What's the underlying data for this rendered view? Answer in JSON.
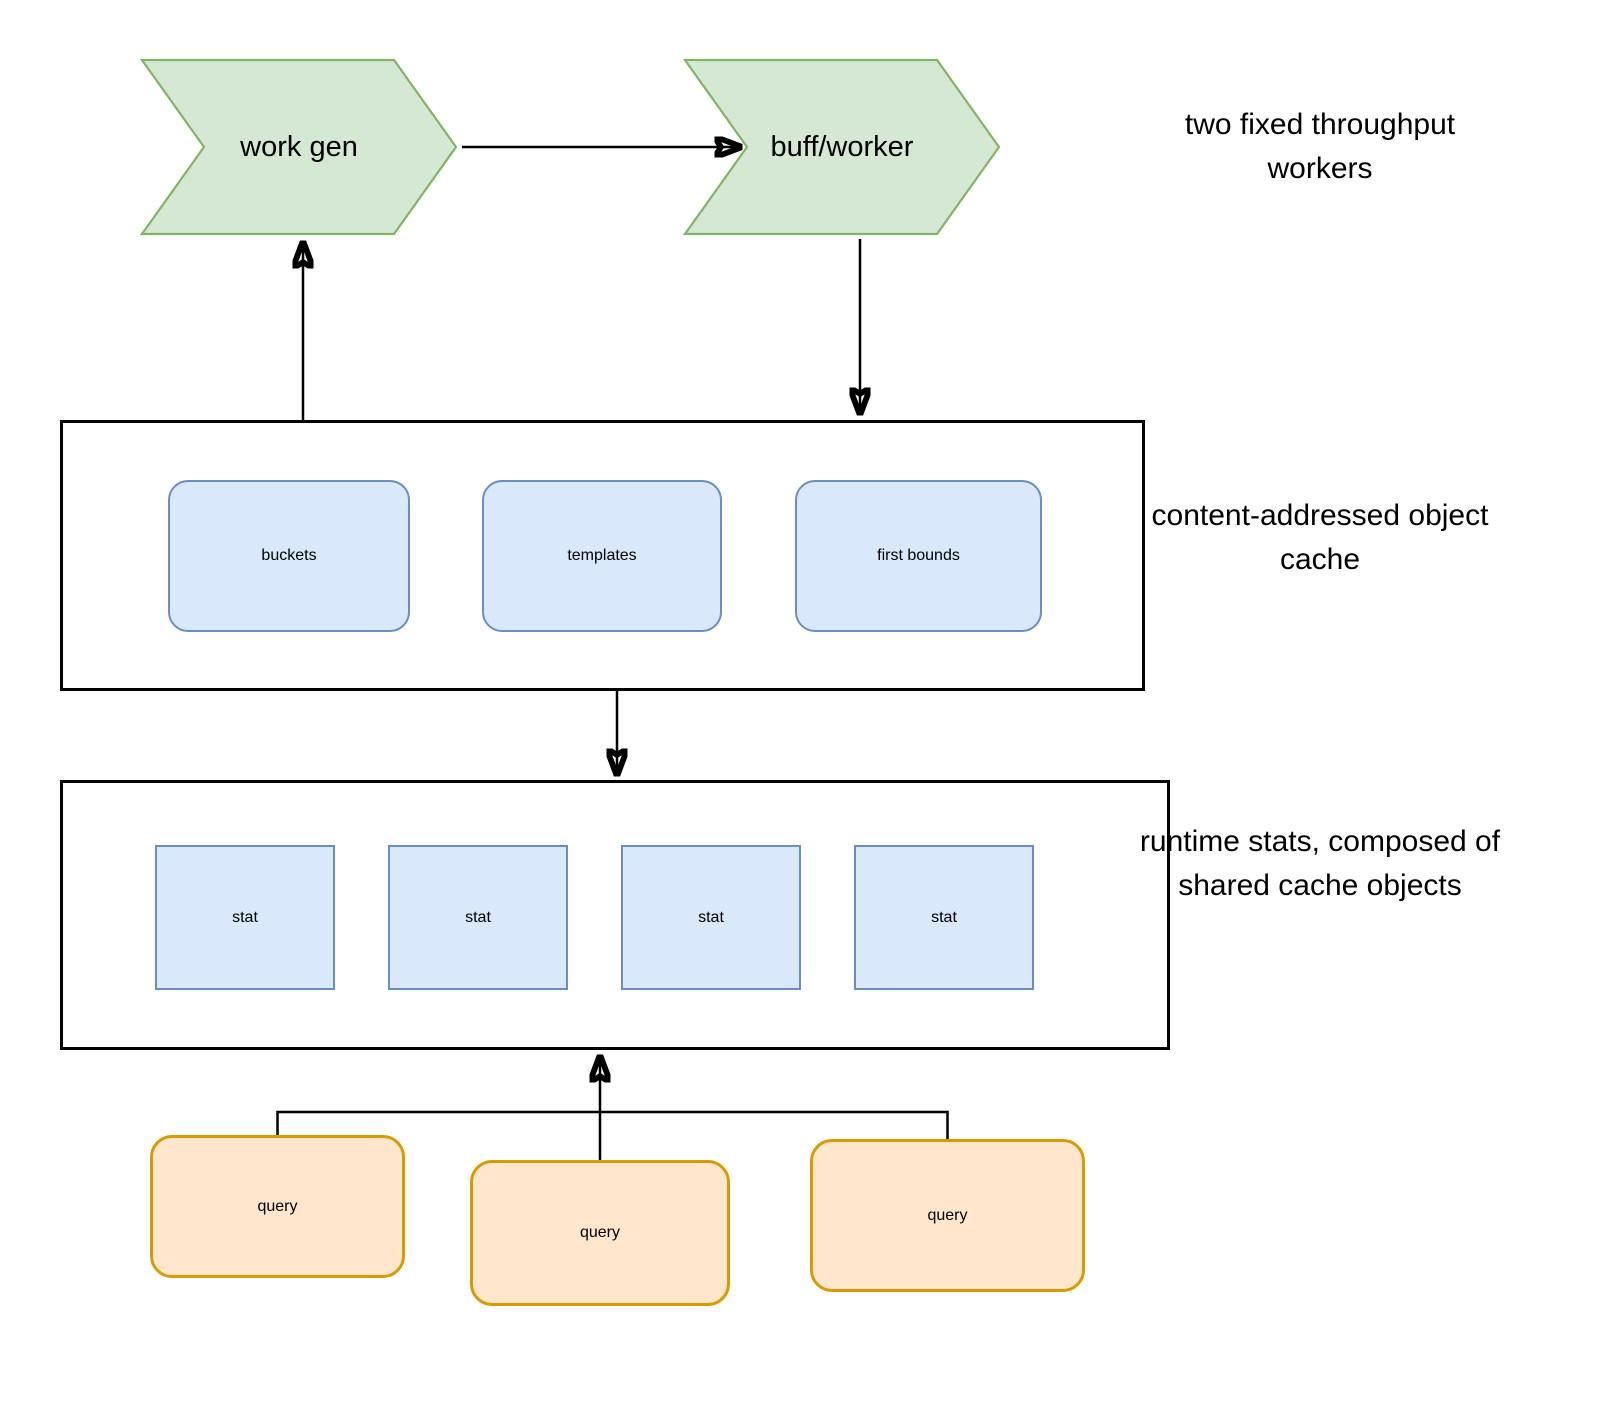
{
  "diagram": {
    "workers": {
      "caption": "two fixed throughput workers",
      "items": [
        {
          "label": "work gen"
        },
        {
          "label": "buff/worker"
        }
      ]
    },
    "cache": {
      "caption": "content-addressed object cache",
      "items": [
        {
          "label": "buckets"
        },
        {
          "label": "templates"
        },
        {
          "label": "first bounds"
        }
      ]
    },
    "stats": {
      "caption": "runtime stats, composed of shared cache objects",
      "items": [
        {
          "label": "stat"
        },
        {
          "label": "stat"
        },
        {
          "label": "stat"
        },
        {
          "label": "stat"
        }
      ]
    },
    "queries": {
      "items": [
        {
          "label": "query"
        },
        {
          "label": "query"
        },
        {
          "label": "query"
        }
      ]
    },
    "colors": {
      "worker_fill": "#d5e8d4",
      "worker_stroke": "#82b366",
      "cache_fill": "#dae8fc",
      "cache_stroke": "#6c8ebf",
      "query_fill": "#ffe6cc",
      "query_stroke": "#d79b00",
      "connector": "#000000",
      "background": "#ffffff"
    }
  }
}
